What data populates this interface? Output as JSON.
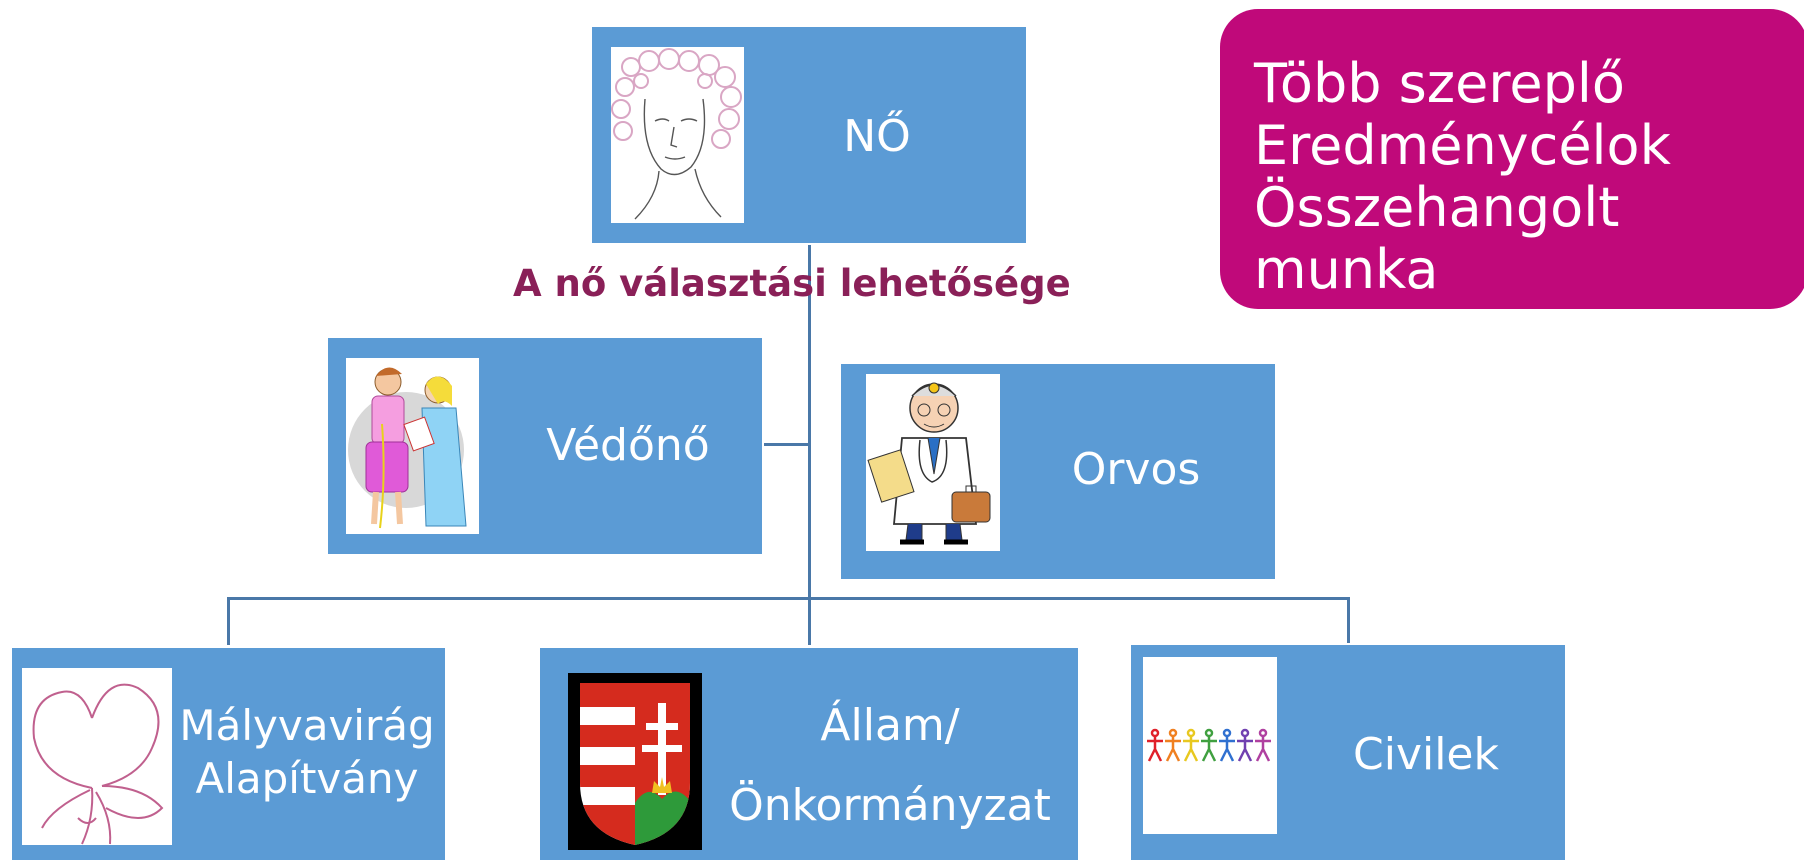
{
  "diagram": {
    "root": {
      "label": "NŐ",
      "image": "woman-face-sketch"
    },
    "subtitle": "A nő választási lehetősége",
    "level1": [
      {
        "label": "Védőnő",
        "image": "health-visitor-measuring"
      },
      {
        "label": "Orvos",
        "image": "doctor-cartoon"
      }
    ],
    "level2": [
      {
        "label_lines": [
          "Mályvavirág",
          "Alapítvány"
        ],
        "image": "mallow-flower-logo"
      },
      {
        "label_lines": [
          "Állam/",
          "Önkormányzat"
        ],
        "image": "coat-of-arms"
      },
      {
        "label": "Civilek",
        "image": "rainbow-paper-people"
      }
    ]
  },
  "callout": {
    "lines": [
      "Több szereplő",
      "Eredménycélok",
      "Összehangolt munka"
    ]
  },
  "colors": {
    "node_fill": "#5b9bd5",
    "connector": "#4a78a8",
    "callout_fill": "#c0097a",
    "subtitle_text": "#8a2058"
  }
}
